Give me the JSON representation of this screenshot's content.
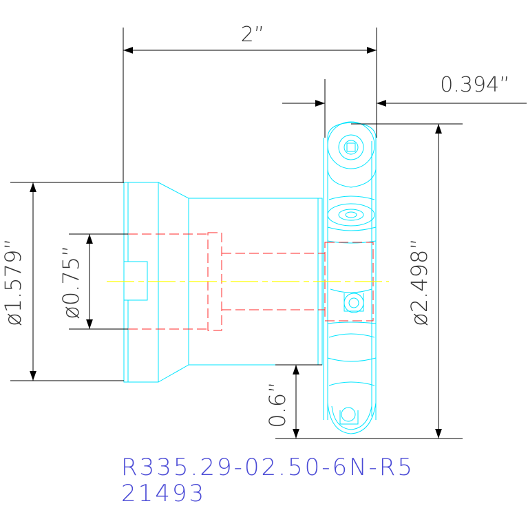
{
  "dimensions": {
    "overall_length": "2”",
    "flange_thickness": "0.394”",
    "flange_diameter": "ø2.498”",
    "body_diameter": "ø1.579”",
    "bore_diameter": "ø0.75”",
    "offset": "0.6”"
  },
  "part": {
    "number": "R335.29-02.50-6N-R5",
    "code": "21493"
  },
  "colors": {
    "outline": "#00e5ff",
    "hidden": "#ff2a2a",
    "centerline": "#ffff00",
    "dimension": "#000000",
    "label": "#4b4bd6"
  }
}
